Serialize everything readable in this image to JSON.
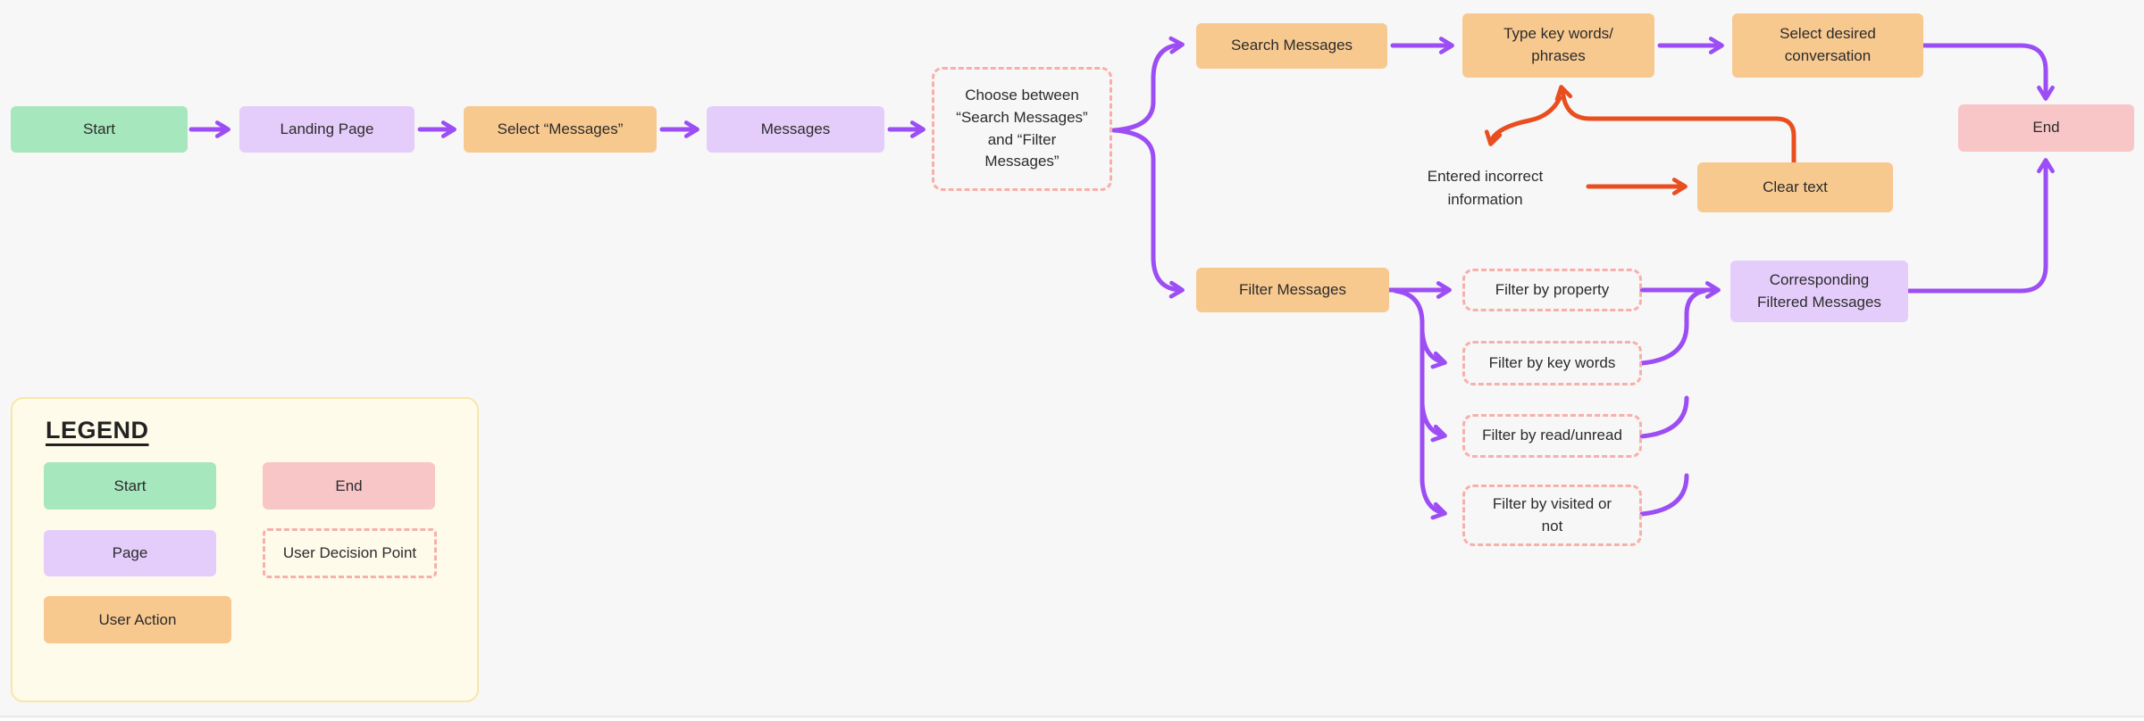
{
  "diagram_type": "user-flow flowchart",
  "colors": {
    "canvas": "#F7F7F8",
    "start_green": "#A6E7BD",
    "page_purple": "#E5CDFB",
    "action_orange": "#F8C98F",
    "end_pink": "#F9C6C8",
    "decision_dashed_salmon": "#F7B0A9",
    "arrow_purple": "#9C4DF4",
    "arrow_red": "#E94E1F",
    "legend_background": "#FFFBEB",
    "legend_border": "#F8E6A8"
  },
  "nodes": {
    "start": {
      "label": "Start",
      "type": "start"
    },
    "landing_page": {
      "label": "Landing Page",
      "type": "page"
    },
    "select_messages": {
      "label": "Select “Messages”",
      "type": "action"
    },
    "messages": {
      "label": "Messages",
      "type": "page"
    },
    "decision": {
      "label": "Choose between\n“Search Messages”\nand “Filter\nMessages”",
      "type": "decision"
    },
    "search_messages": {
      "label": "Search Messages",
      "type": "action"
    },
    "type_keywords": {
      "label": "Type key words/\nphrases",
      "type": "action"
    },
    "select_conversation": {
      "label": "Select desired\nconversation",
      "type": "action"
    },
    "end": {
      "label": "End",
      "type": "end"
    },
    "entered_incorrect": {
      "label": "Entered incorrect\ninformation",
      "type": "note"
    },
    "clear_text": {
      "label": "Clear text",
      "type": "action"
    },
    "filter_messages": {
      "label": "Filter Messages",
      "type": "action"
    },
    "filter_property": {
      "label": "Filter by property",
      "type": "decision"
    },
    "filter_keywords": {
      "label": "Filter by key words",
      "type": "decision"
    },
    "filter_read": {
      "label": "Filter by read/unread",
      "type": "decision"
    },
    "filter_visited": {
      "label": "Filter by visited or\nnot",
      "type": "decision"
    },
    "corresponding": {
      "label": "Corresponding\nFiltered Messages",
      "type": "page"
    }
  },
  "edges": [
    {
      "from": "start",
      "to": "landing_page",
      "color": "purple"
    },
    {
      "from": "landing_page",
      "to": "select_messages",
      "color": "purple"
    },
    {
      "from": "select_messages",
      "to": "messages",
      "color": "purple"
    },
    {
      "from": "messages",
      "to": "decision",
      "color": "purple"
    },
    {
      "from": "decision",
      "to": "search_messages",
      "color": "purple"
    },
    {
      "from": "decision",
      "to": "filter_messages",
      "color": "purple"
    },
    {
      "from": "search_messages",
      "to": "type_keywords",
      "color": "purple"
    },
    {
      "from": "type_keywords",
      "to": "select_conversation",
      "color": "purple"
    },
    {
      "from": "select_conversation",
      "to": "end",
      "color": "purple"
    },
    {
      "from": "type_keywords",
      "to": "entered_incorrect",
      "color": "red"
    },
    {
      "from": "entered_incorrect",
      "to": "clear_text",
      "color": "red"
    },
    {
      "from": "clear_text",
      "to": "type_keywords",
      "color": "red"
    },
    {
      "from": "filter_messages",
      "to": "filter_property",
      "color": "purple"
    },
    {
      "from": "filter_messages",
      "to": "filter_keywords",
      "color": "purple"
    },
    {
      "from": "filter_messages",
      "to": "filter_read",
      "color": "purple"
    },
    {
      "from": "filter_messages",
      "to": "filter_visited",
      "color": "purple"
    },
    {
      "from": "filter_property",
      "to": "corresponding",
      "color": "purple"
    },
    {
      "from": "filter_keywords",
      "to": "corresponding",
      "color": "purple"
    },
    {
      "from": "filter_read",
      "to": "corresponding",
      "color": "purple"
    },
    {
      "from": "filter_visited",
      "to": "corresponding",
      "color": "purple"
    },
    {
      "from": "corresponding",
      "to": "end",
      "color": "purple"
    }
  ],
  "legend": {
    "title": "LEGEND",
    "items": [
      {
        "label": "Start",
        "type": "start"
      },
      {
        "label": "End",
        "type": "end"
      },
      {
        "label": "Page",
        "type": "page"
      },
      {
        "label": "User Decision Point",
        "type": "decision"
      },
      {
        "label": "User Action",
        "type": "action"
      }
    ]
  }
}
